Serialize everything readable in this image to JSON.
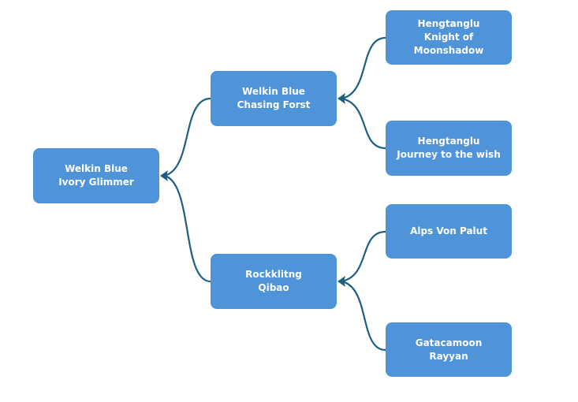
{
  "diagram": {
    "type": "tree",
    "colors": {
      "node_fill": "#4f94d8",
      "node_text": "#ffffff",
      "connector": "#1d5f82"
    },
    "root": {
      "id": "root",
      "lines": [
        "Welkin Blue",
        "Ivory Glimmer"
      ]
    },
    "level1": [
      {
        "id": "n1",
        "parent": "root",
        "lines": [
          "Welkin Blue",
          "Chasing Forst"
        ]
      },
      {
        "id": "n2",
        "parent": "root",
        "lines": [
          "Rockklitng",
          "Qibao"
        ]
      }
    ],
    "level2": [
      {
        "id": "n11",
        "parent": "n1",
        "lines": [
          "Hengtanglu",
          "Knight of",
          "Moonshadow"
        ]
      },
      {
        "id": "n12",
        "parent": "n1",
        "lines": [
          "Hengtanglu",
          "Journey to the wish"
        ]
      },
      {
        "id": "n21",
        "parent": "n2",
        "lines": [
          "Alps Von Palut"
        ]
      },
      {
        "id": "n22",
        "parent": "n2",
        "lines": [
          "Gatacamoon",
          "Rayyan"
        ]
      }
    ]
  }
}
